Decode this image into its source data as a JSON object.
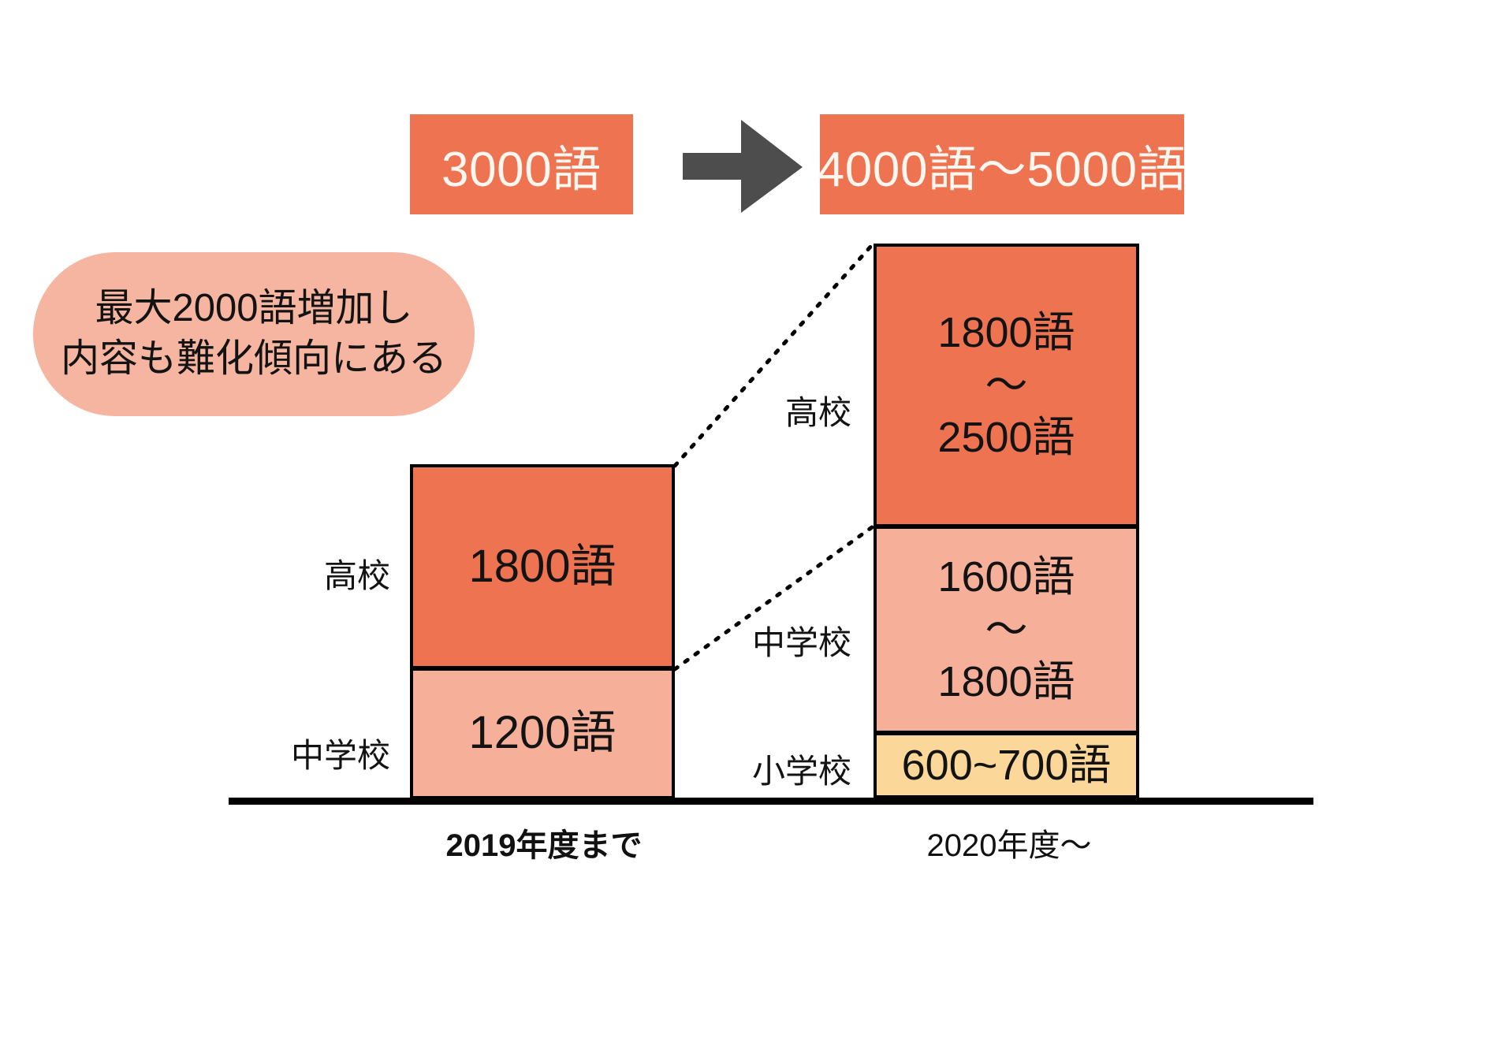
{
  "banners": {
    "before": "3000語",
    "after": "4000語〜5000語",
    "arrow_icon": "right-arrow-icon"
  },
  "callout": {
    "line1": "最大2000語増加し",
    "line2": "内容も難化傾向にある"
  },
  "axis": {
    "left_label": "2019年度まで",
    "right_label": "2020年度〜"
  },
  "labels": {
    "high_school": "高校",
    "junior_high": "中学校",
    "elementary": "小学校"
  },
  "bars": {
    "y2019": {
      "high_school_value": "1800語",
      "junior_high_value": "1200語"
    },
    "y2020": {
      "high_school_min": "1800語",
      "high_school_tilde": "〜",
      "high_school_max": "2500語",
      "junior_high_min": "1600語",
      "junior_high_tilde": "〜",
      "junior_high_max": "1800語",
      "elementary_value": "600~700語"
    }
  },
  "colors": {
    "orange": "#ED7351",
    "pink": "#F6B09A",
    "yellow": "#FBD89A",
    "callout_pink": "#F6B5A0",
    "arrow_gray": "#4D4D4D",
    "outline": "#000000"
  },
  "chart_data": {
    "type": "bar",
    "title": "",
    "categories": [
      "2019年度まで",
      "2020年度〜"
    ],
    "stack_order": [
      "小学校",
      "中学校",
      "高校"
    ],
    "series": [
      {
        "name": "小学校",
        "values": [
          0,
          650
        ],
        "label": [
          "",
          "600~700語"
        ],
        "color": "#FBD89A",
        "range": [
          null,
          [
            600,
            700
          ]
        ]
      },
      {
        "name": "中学校",
        "values": [
          1200,
          1700
        ],
        "label": [
          "1200語",
          "1600語〜1800語"
        ],
        "color": "#F6B09A",
        "range": [
          [
            1200,
            1200
          ],
          [
            1600,
            1800
          ]
        ]
      },
      {
        "name": "高校",
        "values": [
          1800,
          2150
        ],
        "label": [
          "1800語",
          "1800語〜2500語"
        ],
        "color": "#ED7351",
        "range": [
          [
            1800,
            1800
          ],
          [
            1800,
            2500
          ]
        ]
      }
    ],
    "totals": {
      "2019年度まで": "3000語",
      "2020年度〜": "4000語〜5000語"
    },
    "annotation": "最大2000語増加し内容も難化傾向にある",
    "xlabel": "",
    "ylabel": "",
    "grid": false,
    "legend": "none"
  }
}
